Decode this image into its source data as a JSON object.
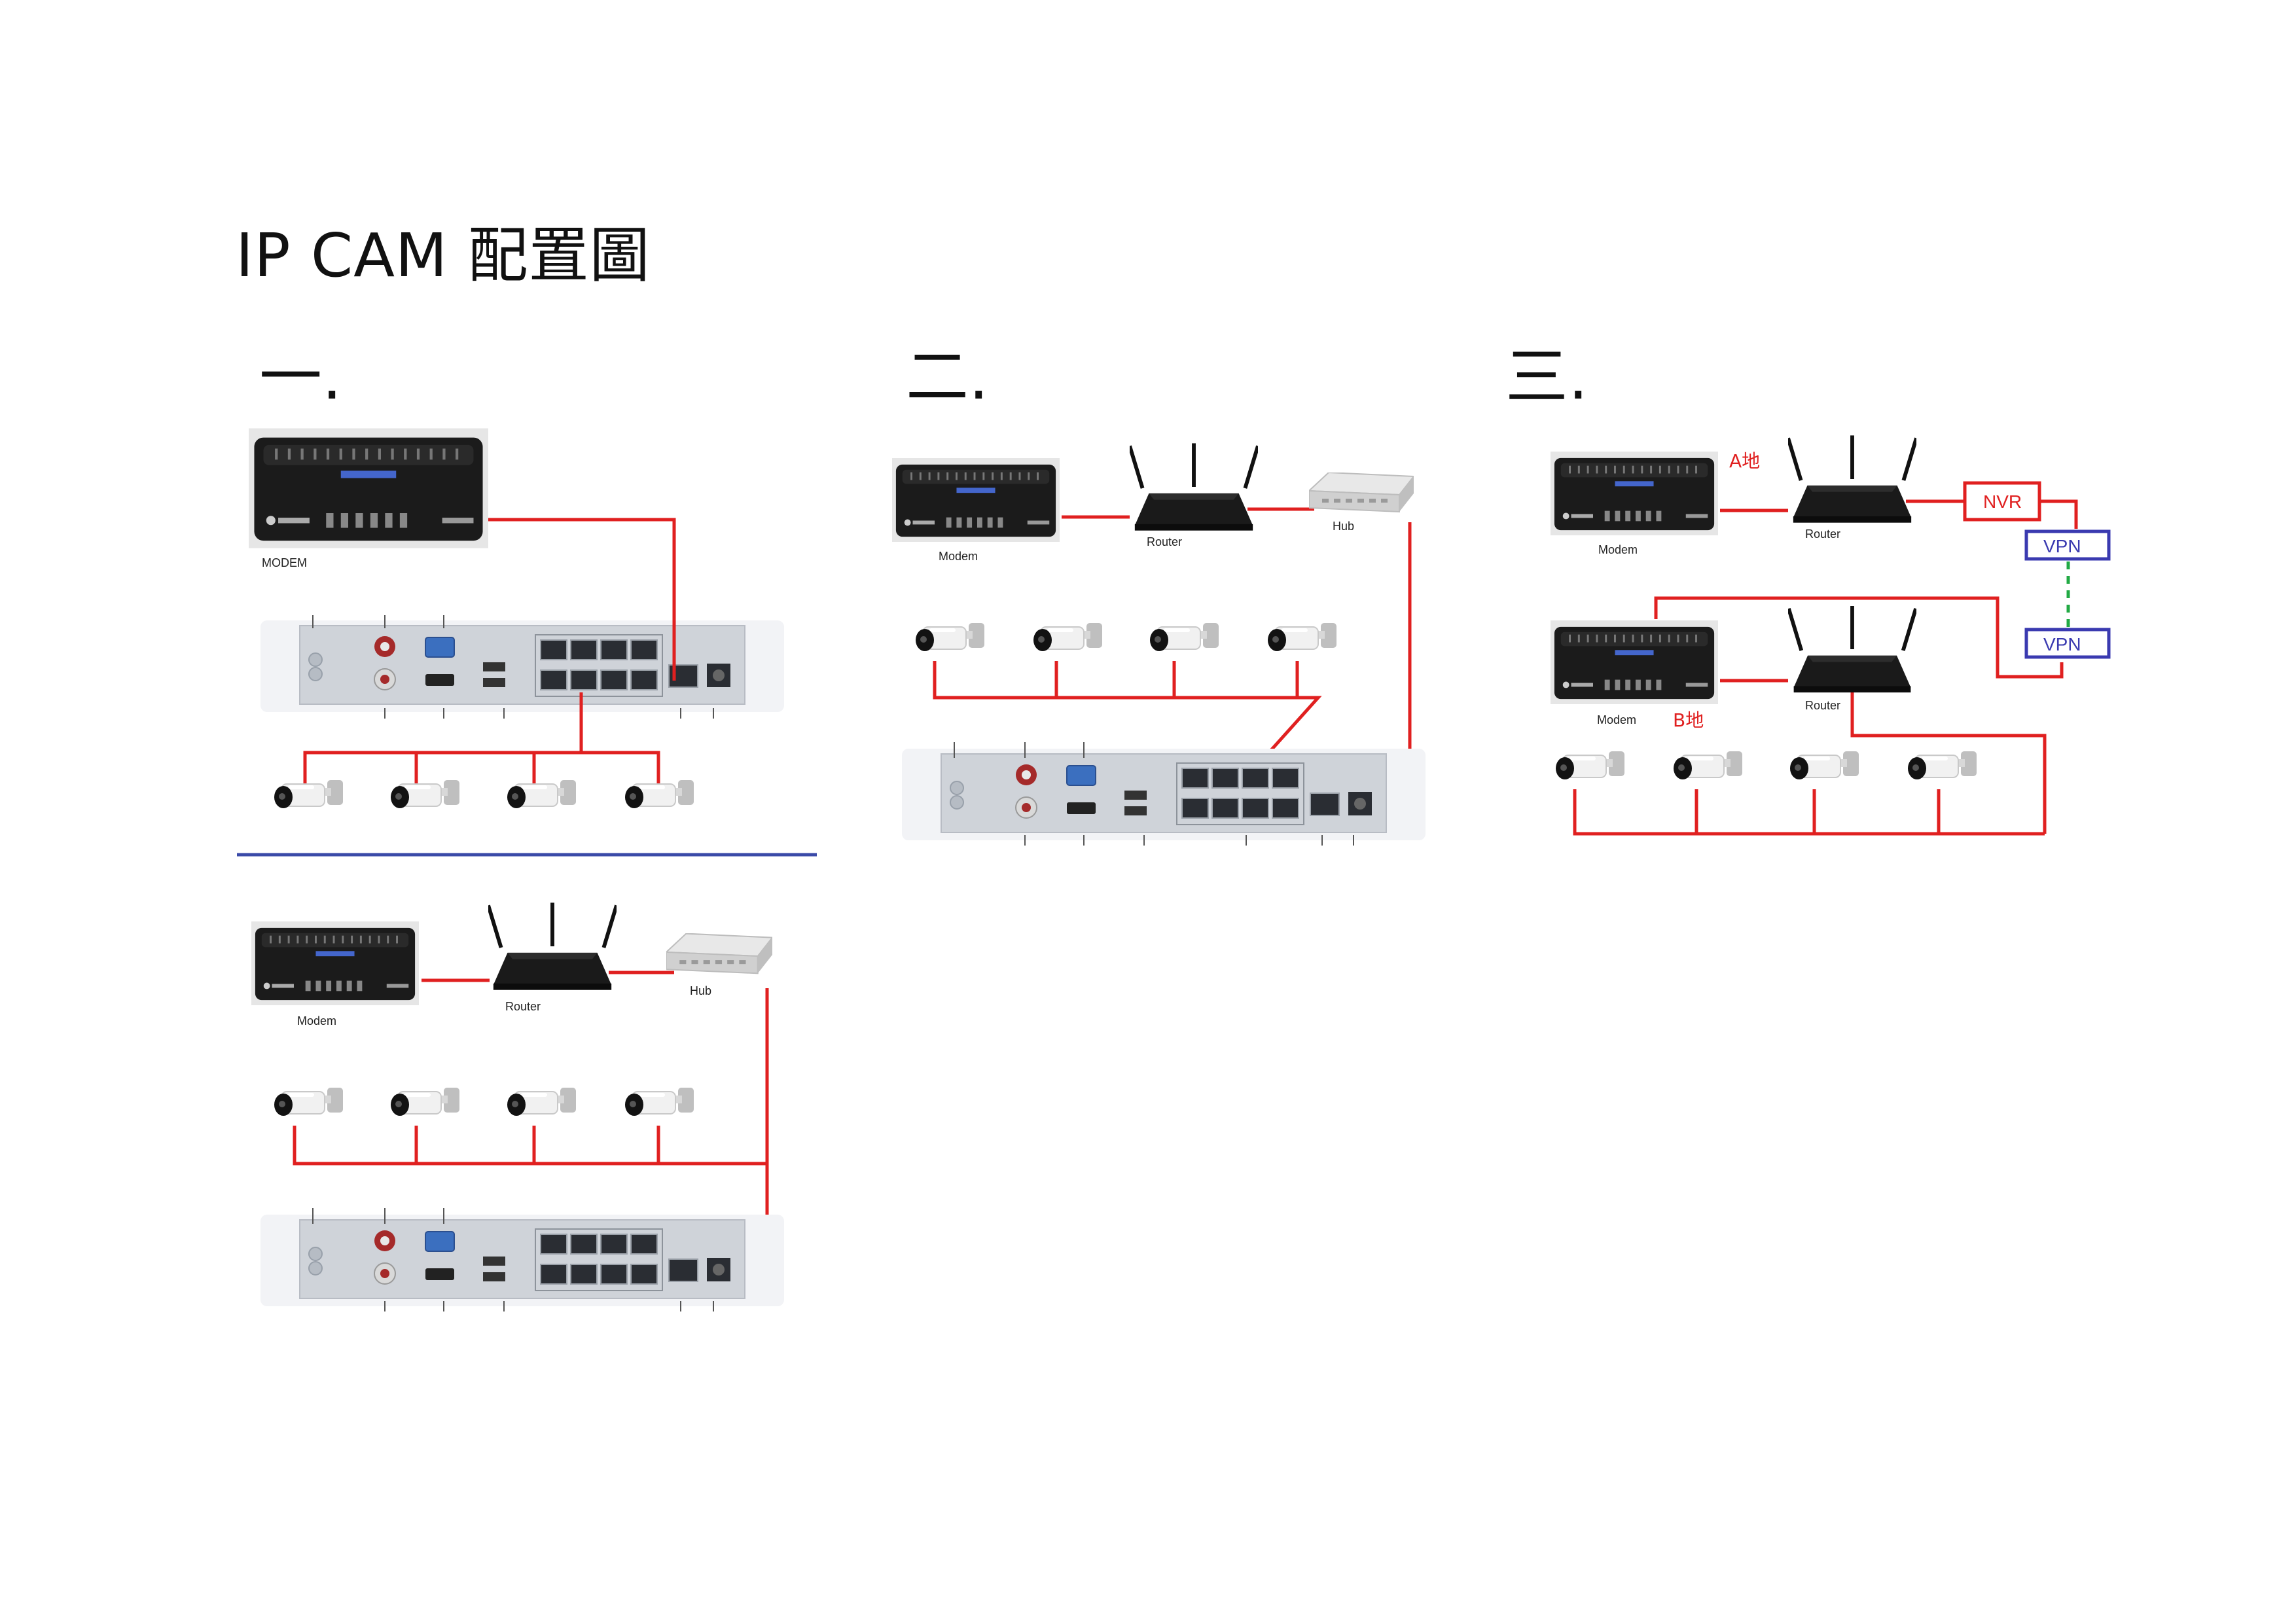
{
  "page_title": "IP CAM 配置圖",
  "sections": [
    "一.",
    "二.",
    "三."
  ],
  "labels": {
    "modem_upper": "MODEM",
    "modem": "Modem",
    "router": "Router",
    "hub": "Hub",
    "site_a": "A地",
    "site_b": "B地",
    "nvr": "NVR",
    "vpn": "VPN"
  },
  "colors": {
    "wire": "#e02020",
    "divider": "#3a4aa8",
    "vpn_box": "#3a3ab0",
    "vpn_link": "#22aa44"
  }
}
